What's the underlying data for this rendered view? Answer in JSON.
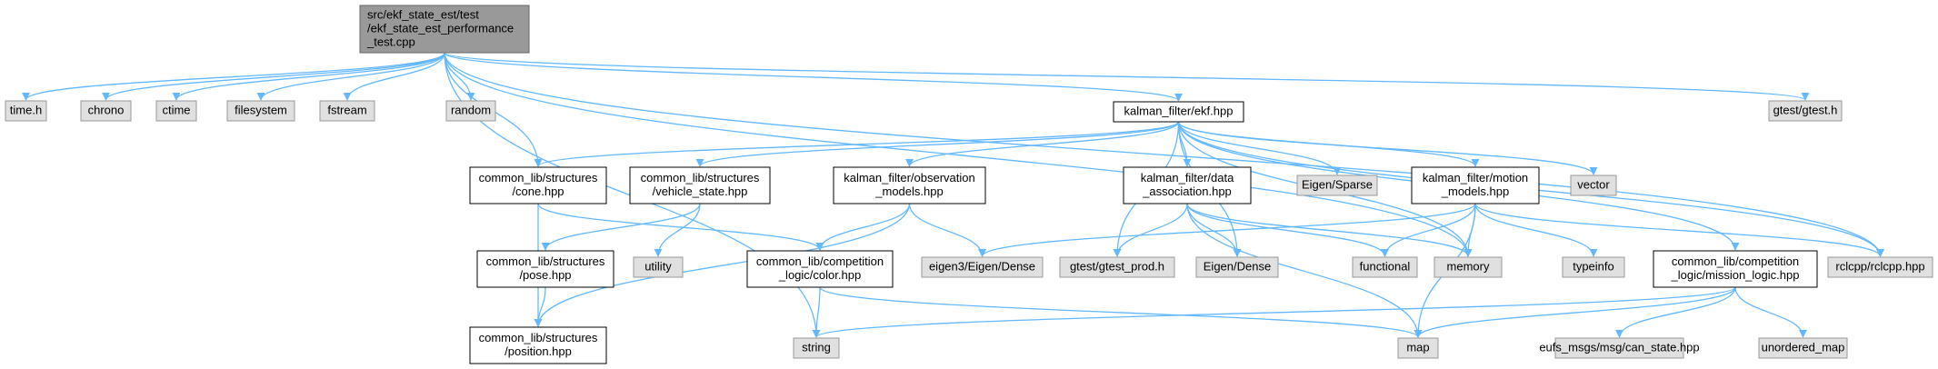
{
  "diagram": {
    "edge_color": "#63b8ff",
    "root_fill": "#999999",
    "external_fill": "#e0e0e0",
    "local_fill": "#ffffff",
    "nodes": [
      {
        "id": "root",
        "kind": "root",
        "lines": [
          "src/ekf_state_est/test",
          "/ekf_state_est_performance",
          "_test.cpp"
        ]
      },
      {
        "id": "time_h",
        "kind": "external",
        "lines": [
          "time.h"
        ]
      },
      {
        "id": "chrono",
        "kind": "external",
        "lines": [
          "chrono"
        ]
      },
      {
        "id": "ctime",
        "kind": "external",
        "lines": [
          "ctime"
        ]
      },
      {
        "id": "filesystem",
        "kind": "external",
        "lines": [
          "filesystem"
        ]
      },
      {
        "id": "fstream",
        "kind": "external",
        "lines": [
          "fstream"
        ]
      },
      {
        "id": "random",
        "kind": "external",
        "lines": [
          "random"
        ]
      },
      {
        "id": "ekf_hpp",
        "kind": "local",
        "lines": [
          "kalman_filter/ekf.hpp"
        ]
      },
      {
        "id": "gtest_h",
        "kind": "external",
        "lines": [
          "gtest/gtest.h"
        ]
      },
      {
        "id": "cone_hpp",
        "kind": "local",
        "lines": [
          "common_lib/structures",
          "/cone.hpp"
        ]
      },
      {
        "id": "vehicle_state_hpp",
        "kind": "local",
        "lines": [
          "common_lib/structures",
          "/vehicle_state.hpp"
        ]
      },
      {
        "id": "observation_models_hpp",
        "kind": "local",
        "lines": [
          "kalman_filter/observation",
          "_models.hpp"
        ]
      },
      {
        "id": "data_association_hpp",
        "kind": "local",
        "lines": [
          "kalman_filter/data",
          "_association.hpp"
        ]
      },
      {
        "id": "eigen_sparse",
        "kind": "external",
        "lines": [
          "Eigen/Sparse"
        ]
      },
      {
        "id": "motion_models_hpp",
        "kind": "local",
        "lines": [
          "kalman_filter/motion",
          "_models.hpp"
        ]
      },
      {
        "id": "vector",
        "kind": "external",
        "lines": [
          "vector"
        ]
      },
      {
        "id": "utility",
        "kind": "external",
        "lines": [
          "utility"
        ]
      },
      {
        "id": "pose_hpp",
        "kind": "local",
        "lines": [
          "common_lib/structures",
          "/pose.hpp"
        ]
      },
      {
        "id": "color_hpp",
        "kind": "local",
        "lines": [
          "common_lib/competition",
          "_logic/color.hpp"
        ]
      },
      {
        "id": "eigen3_dense",
        "kind": "external",
        "lines": [
          "eigen3/Eigen/Dense"
        ]
      },
      {
        "id": "gtest_prod_h",
        "kind": "external",
        "lines": [
          "gtest/gtest_prod.h"
        ]
      },
      {
        "id": "eigen_dense",
        "kind": "external",
        "lines": [
          "Eigen/Dense"
        ]
      },
      {
        "id": "functional",
        "kind": "external",
        "lines": [
          "functional"
        ]
      },
      {
        "id": "memory",
        "kind": "external",
        "lines": [
          "memory"
        ]
      },
      {
        "id": "typeinfo",
        "kind": "external",
        "lines": [
          "typeinfo"
        ]
      },
      {
        "id": "mission_logic_hpp",
        "kind": "local",
        "lines": [
          "common_lib/competition",
          "_logic/mission_logic.hpp"
        ]
      },
      {
        "id": "rclcpp_hpp",
        "kind": "external",
        "lines": [
          "rclcpp/rclcpp.hpp"
        ]
      },
      {
        "id": "position_hpp",
        "kind": "local",
        "lines": [
          "common_lib/structures",
          "/position.hpp"
        ]
      },
      {
        "id": "string",
        "kind": "external",
        "lines": [
          "string"
        ]
      },
      {
        "id": "map",
        "kind": "external",
        "lines": [
          "map"
        ]
      },
      {
        "id": "can_state_hpp",
        "kind": "external",
        "lines": [
          "eufs_msgs/msg/can_state.hpp"
        ]
      },
      {
        "id": "unordered_map",
        "kind": "external",
        "lines": [
          "unordered_map"
        ]
      }
    ],
    "edges": [
      [
        "root",
        "time_h"
      ],
      [
        "root",
        "chrono"
      ],
      [
        "root",
        "ctime"
      ],
      [
        "root",
        "filesystem"
      ],
      [
        "root",
        "fstream"
      ],
      [
        "root",
        "random"
      ],
      [
        "root",
        "cone_hpp"
      ],
      [
        "root",
        "string"
      ],
      [
        "root",
        "ekf_hpp"
      ],
      [
        "root",
        "memory"
      ],
      [
        "root",
        "gtest_h"
      ],
      [
        "root",
        "rclcpp_hpp"
      ],
      [
        "ekf_hpp",
        "cone_hpp"
      ],
      [
        "ekf_hpp",
        "vehicle_state_hpp"
      ],
      [
        "ekf_hpp",
        "observation_models_hpp"
      ],
      [
        "ekf_hpp",
        "gtest_prod_h"
      ],
      [
        "ekf_hpp",
        "eigen_dense"
      ],
      [
        "ekf_hpp",
        "data_association_hpp"
      ],
      [
        "ekf_hpp",
        "memory"
      ],
      [
        "ekf_hpp",
        "eigen_sparse"
      ],
      [
        "ekf_hpp",
        "motion_models_hpp"
      ],
      [
        "ekf_hpp",
        "vector"
      ],
      [
        "ekf_hpp",
        "mission_logic_hpp"
      ],
      [
        "ekf_hpp",
        "rclcpp_hpp"
      ],
      [
        "cone_hpp",
        "position_hpp"
      ],
      [
        "cone_hpp",
        "color_hpp"
      ],
      [
        "vehicle_state_hpp",
        "pose_hpp"
      ],
      [
        "vehicle_state_hpp",
        "utility"
      ],
      [
        "pose_hpp",
        "position_hpp"
      ],
      [
        "observation_models_hpp",
        "position_hpp"
      ],
      [
        "observation_models_hpp",
        "color_hpp"
      ],
      [
        "observation_models_hpp",
        "eigen3_dense"
      ],
      [
        "color_hpp",
        "string"
      ],
      [
        "color_hpp",
        "map"
      ],
      [
        "data_association_hpp",
        "gtest_prod_h"
      ],
      [
        "data_association_hpp",
        "eigen_dense"
      ],
      [
        "data_association_hpp",
        "functional"
      ],
      [
        "data_association_hpp",
        "memory"
      ],
      [
        "data_association_hpp",
        "map"
      ],
      [
        "motion_models_hpp",
        "eigen3_dense"
      ],
      [
        "motion_models_hpp",
        "functional"
      ],
      [
        "motion_models_hpp",
        "memory"
      ],
      [
        "motion_models_hpp",
        "typeinfo"
      ],
      [
        "motion_models_hpp",
        "map"
      ],
      [
        "motion_models_hpp",
        "rclcpp_hpp"
      ],
      [
        "mission_logic_hpp",
        "string"
      ],
      [
        "mission_logic_hpp",
        "map"
      ],
      [
        "mission_logic_hpp",
        "can_state_hpp"
      ],
      [
        "mission_logic_hpp",
        "unordered_map"
      ]
    ]
  }
}
